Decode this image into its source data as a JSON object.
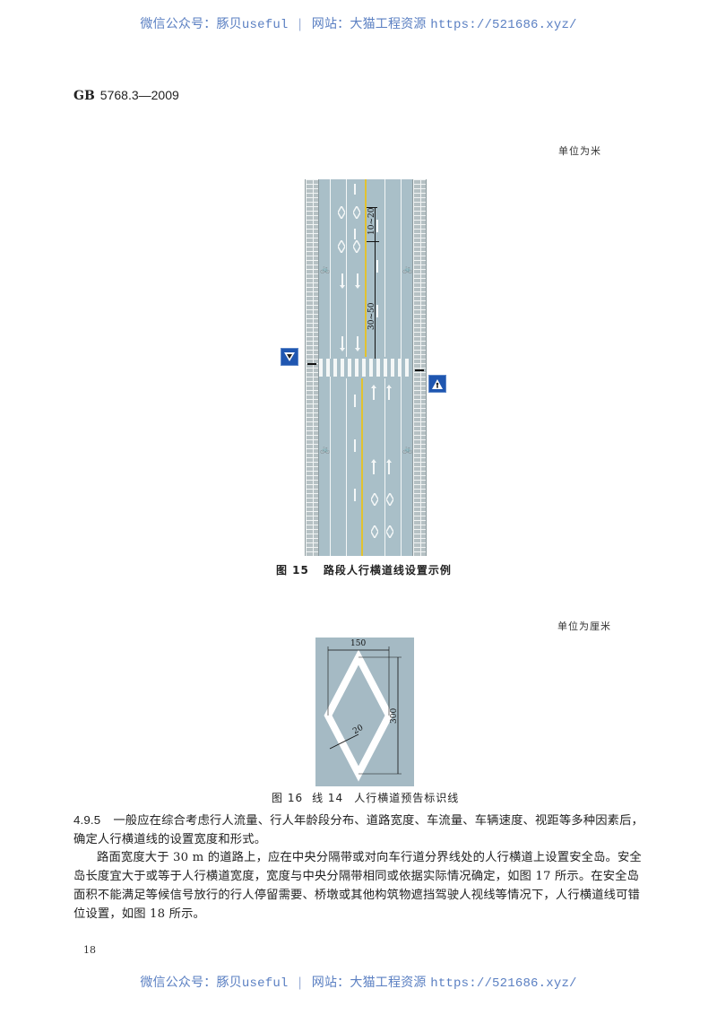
{
  "watermark": {
    "wechat_label": "微信公众号：豚贝",
    "wechat_name": "useful",
    "separator": "|",
    "site_label": "网站：大猫工程资源",
    "url": "https://521686.xyz/"
  },
  "header": {
    "gb": "GB",
    "standard_number": "5768.3—2009"
  },
  "figure15": {
    "unit": "单位为米",
    "dimension_short": "10~20",
    "dimension_long": "30~50",
    "signs": [
      "yield-sign",
      "pedestrian-crossing-sign"
    ],
    "caption_number": "图 15",
    "caption_title": "路段人行横道线设置示例",
    "colors": {
      "road": "#a9bfc8",
      "center_line": "#e2c230",
      "sign_blue": "#1f56b0",
      "sidewalk": "#b6c1c4"
    }
  },
  "figure16": {
    "unit": "单位为厘米",
    "width_dim": "150",
    "height_dim": "300",
    "line_width_dim": "20",
    "caption_number": "图 16",
    "caption_line": "线 14",
    "caption_title": "人行横道预告标识线"
  },
  "body": {
    "clause_number": "4.9.5",
    "paragraph1": "一般应在综合考虑行人流量、行人年龄段分布、道路宽度、车流量、车辆速度、视距等多种因素后，确定人行横道线的设置宽度和形式。",
    "paragraph2": "路面宽度大于 30 m 的道路上，应在中央分隔带或对向车行道分界线处的人行横道上设置安全岛。安全岛长度宜大于或等于人行横道宽度，宽度与中央分隔带相同或依据实际情况确定，如图 17 所示。在安全岛面积不能满足等候信号放行的行人停留需要、桥墩或其他构筑物遮挡驾驶人视线等情况下，人行横道线可错位设置，如图 18 所示。"
  },
  "footer": {
    "page_number": "18"
  }
}
